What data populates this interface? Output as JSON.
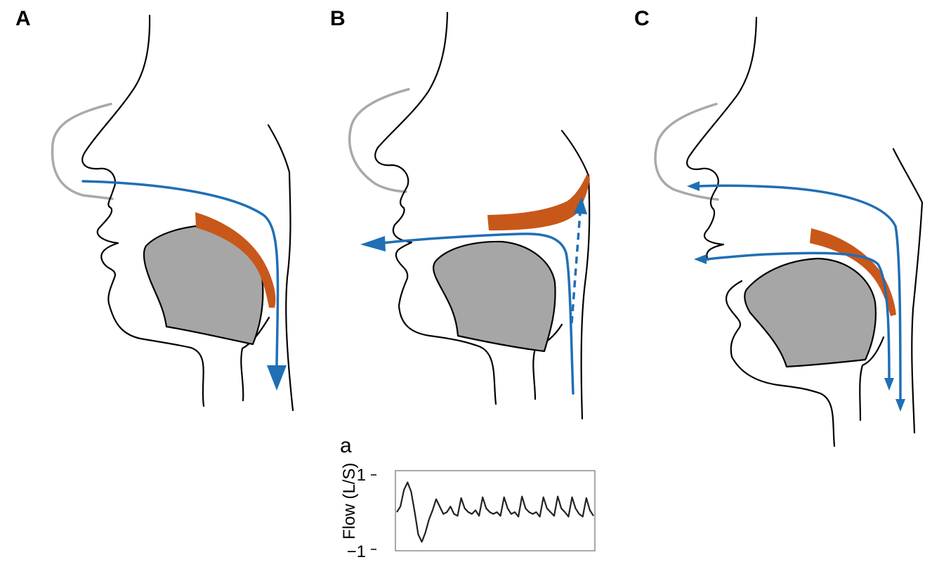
{
  "panels": [
    {
      "label": "A"
    },
    {
      "label": "B"
    },
    {
      "label": "C"
    }
  ],
  "inset": {
    "label": "a",
    "chart_data": {
      "type": "line",
      "ylabel": "Flow (L/S)",
      "y_tick_labels": [
        "1",
        "−1"
      ],
      "ylim": [
        -1,
        1
      ],
      "grid": false,
      "series": [
        {
          "values": [
            0.0,
            0.15,
            0.6,
            0.8,
            0.55,
            0.0,
            -0.6,
            -0.8,
            -0.55,
            -0.2,
            0.05,
            0.35,
            0.15,
            -0.05,
            0.0,
            0.15,
            -0.05,
            -0.1,
            0.38,
            0.1,
            0.0,
            -0.05,
            0.05,
            -0.1,
            0.4,
            0.1,
            0.0,
            -0.05,
            0.0,
            -0.1,
            0.4,
            0.1,
            -0.05,
            0.0,
            -0.12,
            0.42,
            0.1,
            0.0,
            -0.05,
            0.0,
            -0.12,
            0.4,
            0.1,
            0.0,
            -0.1,
            0.42,
            0.1,
            0.0,
            -0.12,
            0.4,
            0.1,
            -0.05,
            -0.12,
            0.38,
            0.05,
            -0.1
          ]
        }
      ]
    }
  },
  "colors": {
    "airflow": "#1f6fb5",
    "soft_palate": "#c8571a",
    "tongue": "#a6a6a6",
    "mask": "#a9a9a9",
    "outline": "#000000"
  }
}
